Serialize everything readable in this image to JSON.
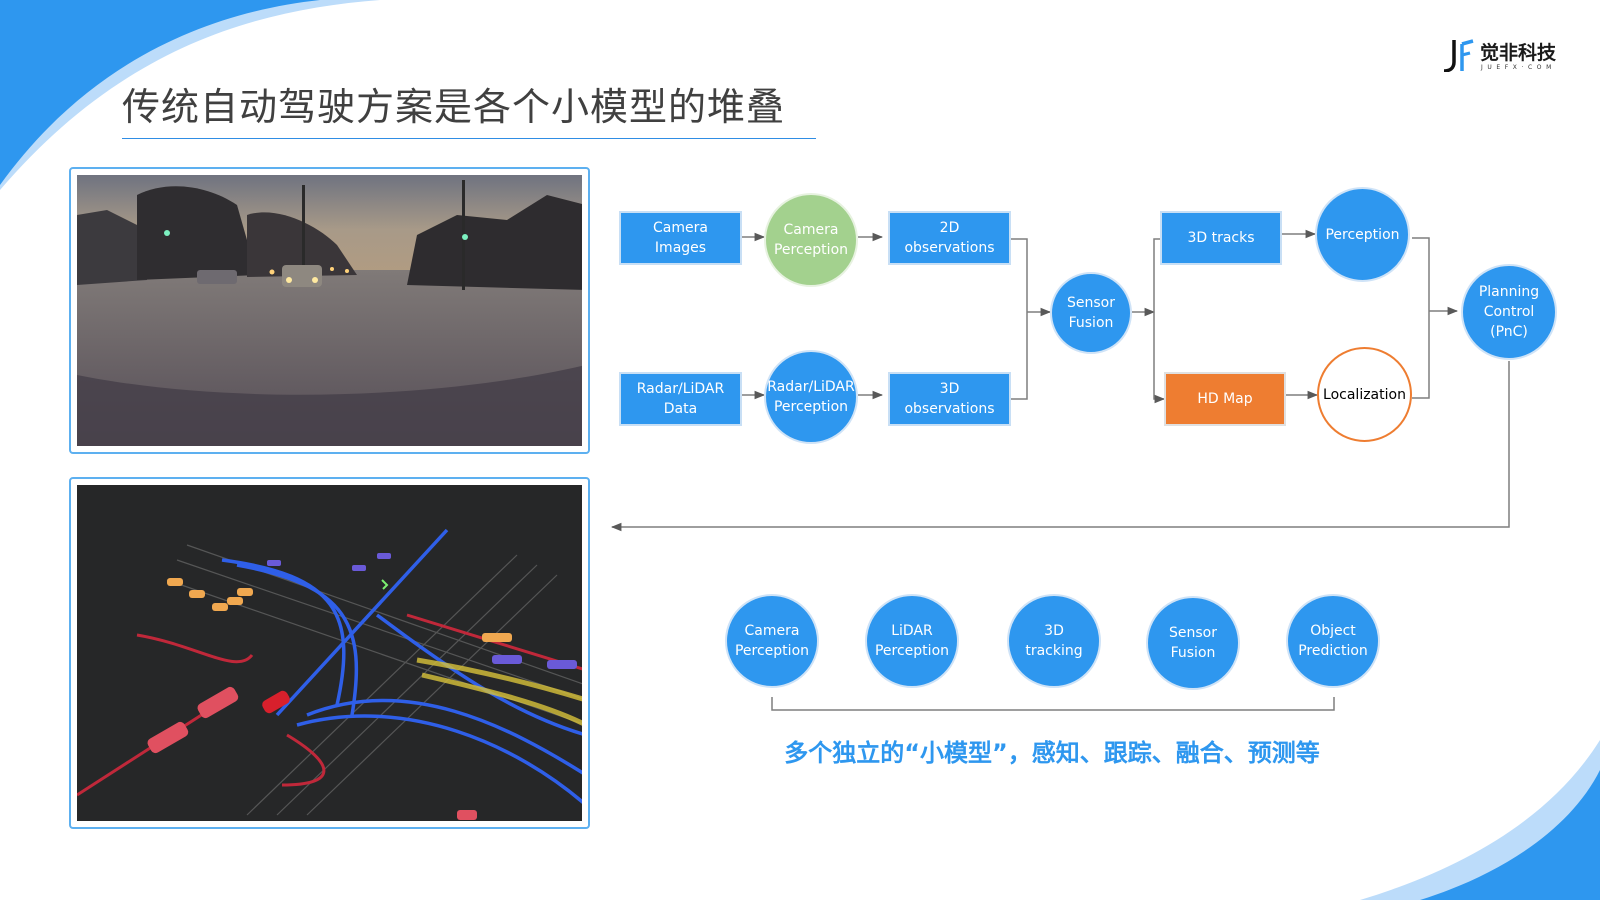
{
  "slide": {
    "title": "传统自动驾驶方案是各个小模型的堆叠",
    "logo": {
      "name": "觉非科技",
      "sub": "JUEFX·COM"
    },
    "colors": {
      "accent_blue": "#2e97ef",
      "orange": "#ee7d31",
      "green": "#a3d18e",
      "title_text": "#404040"
    }
  },
  "flow": {
    "camera_images": "Camera\nImages",
    "camera_perception": "Camera\nPerception",
    "obs_2d": "2D\nobservations",
    "radar_data": "Radar/LiDAR\nData",
    "radar_perception": "Radar/LiDAR\nPerception",
    "obs_3d": "3D\nobservations",
    "sensor_fusion": "Sensor\nFusion",
    "tracks_3d": "3D tracks",
    "perception": "Perception",
    "hd_map": "HD Map",
    "localization": "Localization",
    "pnc": "Planning\nControl\n(PnC)"
  },
  "models": [
    "Camera\nPerception",
    "LiDAR\nPerception",
    "3D\ntracking",
    "Sensor\nFusion",
    "Object\nPrediction"
  ],
  "caption": "多个独立的“小模型”，感知、跟踪、融合、预测等",
  "images": {
    "street_photo": "street-scene-photo",
    "vector_space": "vector-space-visualization"
  }
}
